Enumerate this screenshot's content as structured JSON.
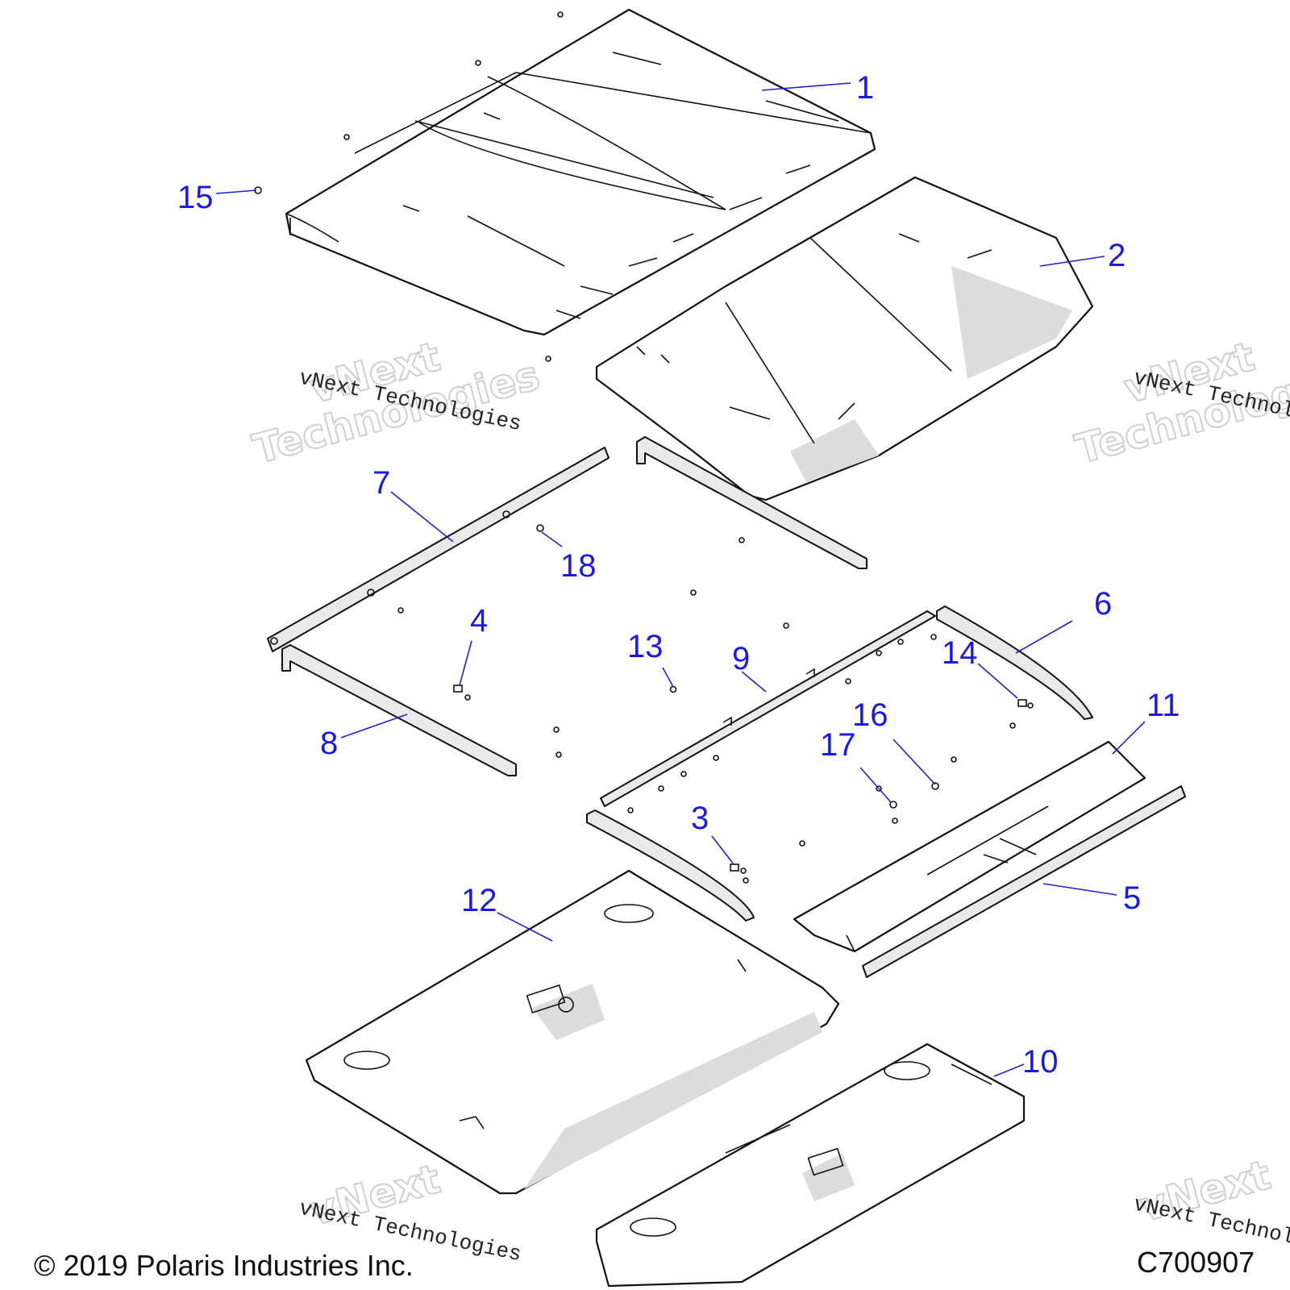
{
  "callouts": [
    {
      "id": "1",
      "label": "1"
    },
    {
      "id": "2",
      "label": "2"
    },
    {
      "id": "3",
      "label": "3"
    },
    {
      "id": "4",
      "label": "4"
    },
    {
      "id": "5",
      "label": "5"
    },
    {
      "id": "6",
      "label": "6"
    },
    {
      "id": "7",
      "label": "7"
    },
    {
      "id": "8",
      "label": "8"
    },
    {
      "id": "9",
      "label": "9"
    },
    {
      "id": "10",
      "label": "10"
    },
    {
      "id": "11",
      "label": "11"
    },
    {
      "id": "12",
      "label": "12"
    },
    {
      "id": "13",
      "label": "13"
    },
    {
      "id": "14",
      "label": "14"
    },
    {
      "id": "15",
      "label": "15"
    },
    {
      "id": "16",
      "label": "16"
    },
    {
      "id": "17",
      "label": "17"
    },
    {
      "id": "18",
      "label": "18"
    }
  ],
  "watermark": {
    "line1": "vNext",
    "line2": "Technologies",
    "caption": "vNext Technologies"
  },
  "footer": {
    "copyright": "© 2019 Polaris Industries Inc.",
    "diagram_code": "C700907"
  }
}
